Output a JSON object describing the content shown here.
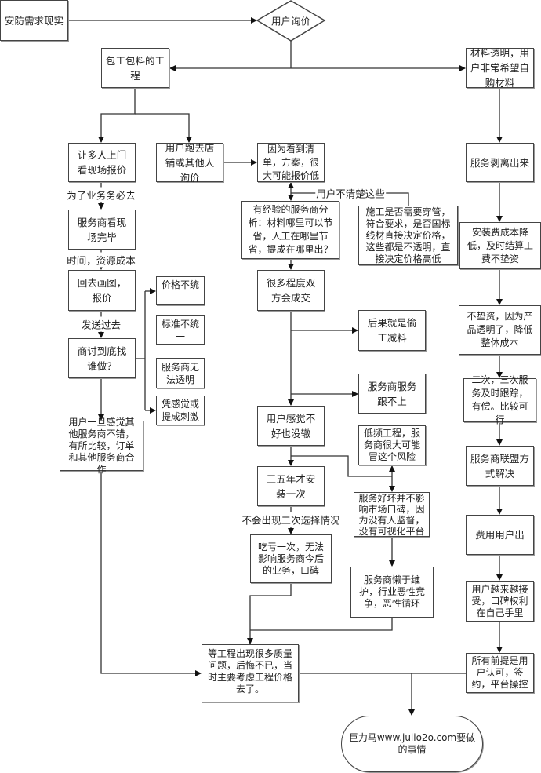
{
  "nodes": {
    "start": "安防需求现实",
    "inquiry": "用户询价",
    "turnkey": "包工包料的工程",
    "transparent_material": "材料透明，用户非常希望自购材料",
    "multi_visit": "让多人上门看现场报价",
    "store_inquiry": "用户跑去店铺或其他人询价",
    "low_quote": "因为看到清单，方案，很大可能报价低",
    "service_separate": "服务剥离出来",
    "site_done": "服务商看现场完毕",
    "experienced_analysis": "有经验的服务商分析：材料哪里可以节省，人工在哪里节省，提成在哪里出？",
    "construction_factors": "施工是否需要穿管，符合要求，是否国标线材直接决定价格，这些都是不透明，直接决定价格高低",
    "install_cost_down": "安装费成本降低，及时结算工费不垫资",
    "draw_quote": "回去画图，报价",
    "deal": "很多程度双方会成交",
    "price_inconsistent": "价格不统一",
    "standard_inconsistent": "标准不统一",
    "provider_not_transparent": "服务商无法透明",
    "feeling_commission": "凭感觉或提成刺激",
    "cut_corners": "后果就是偷工减料",
    "no_advance": "不垫资，因为产品透明了，降低整体成本",
    "decide_who": "商讨到底找谁做？",
    "service_lag": "服务商服务跟不上",
    "second_service": "二次，三次服务及时跟踪，有偿。比较可行",
    "user_bad": "用户感觉不好也没辙",
    "low_freq": "低频工程，服务商很大可能冒这个风险",
    "switch_provider": "用户一旦感觉其他服务商不错，有所比较，订单和其他服务商合作",
    "alliance": "服务商联盟方式解决",
    "install_rarely": "三五年才安装一次",
    "no_reputation_effect": "服务好坏并不影响市场口碑，因为没有人监督，没有可视化平台",
    "user_pays": "费用用户出",
    "one_loss": "吃亏一次，无法影响服务商今后的业务，口碑",
    "lazy_maintain": "服务商懒于维护，行业恶性竞争，恶性循环",
    "user_accept": "用户越来越接受，口碑权利在自己手里",
    "regret": "等工程出现很多质量问题，后悔不已，当时主要考虑工程价格去了。",
    "premise": "所有前提是用户认可，签约，平台操控",
    "goal": "巨力马www.julio2o.com要做的事情"
  },
  "edge_labels": {
    "must_go": "为了业务务必去",
    "time_cost": "时间，资源成本",
    "send_over": "发送过去",
    "user_unaware": "用户不清楚这些",
    "no_second_choice": "不会出现二次选择情况"
  }
}
